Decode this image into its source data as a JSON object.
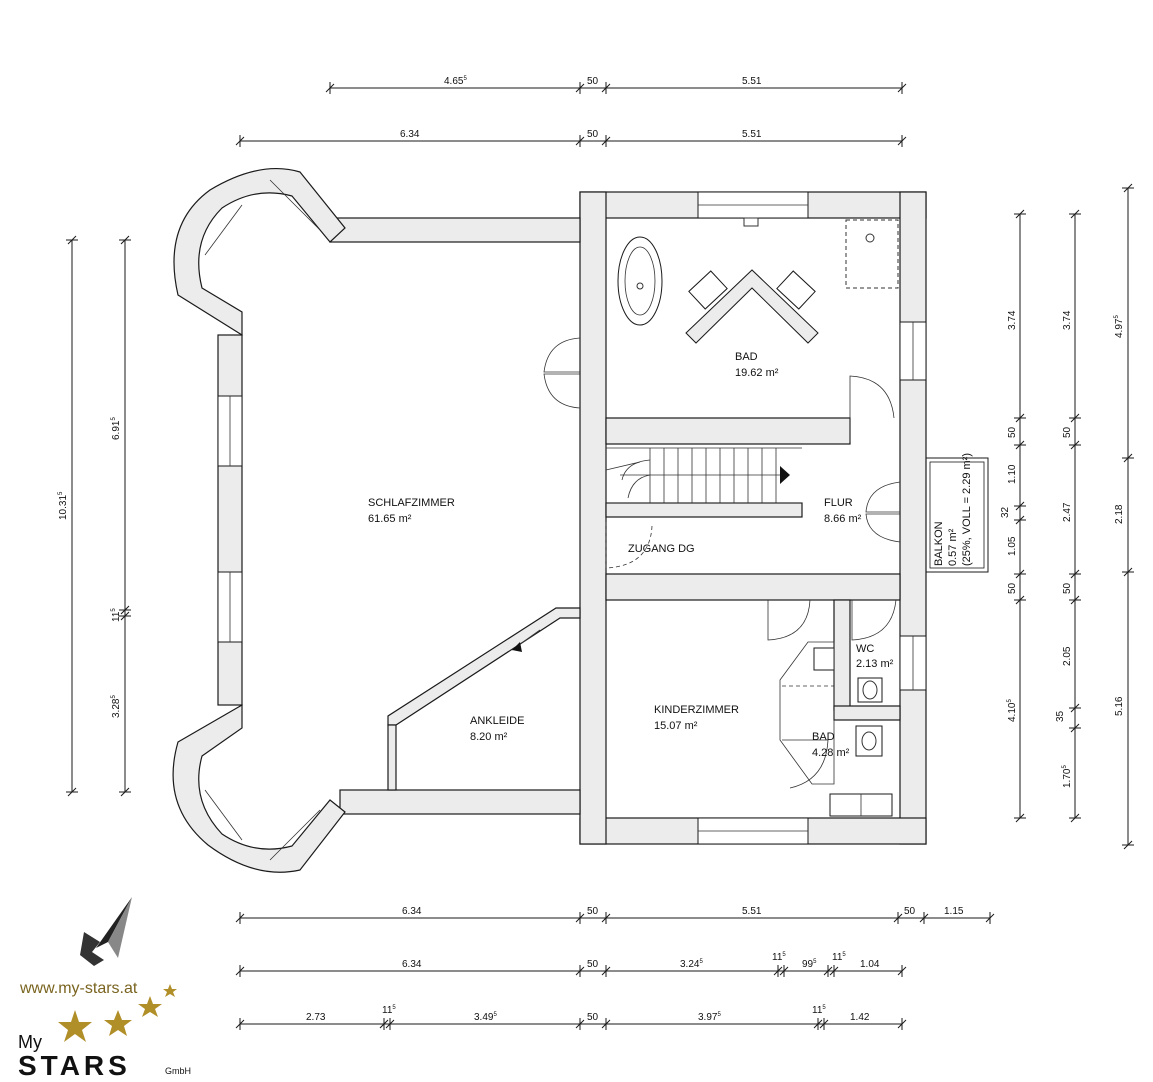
{
  "rooms": {
    "schlafzimmer": {
      "name": "SCHLAFZIMMER",
      "area": "61.65 m²"
    },
    "bad_top": {
      "name": "BAD",
      "area": "19.62 m²"
    },
    "flur": {
      "name": "FLUR",
      "area": "8.66 m²"
    },
    "zugang": {
      "name": "ZUGANG DG"
    },
    "ankleide": {
      "name": "ANKLEIDE",
      "area": "8.20 m²"
    },
    "kinderzimmer": {
      "name": "KINDERZIMMER",
      "area": "15.07 m²"
    },
    "wc": {
      "name": "WC",
      "area": "2.13 m²"
    },
    "bad_small": {
      "name": "BAD",
      "area": "4.28 m²"
    },
    "balkon": {
      "name": "BALKON",
      "area": "0.57 m²",
      "note": "(25%, VOLL = 2.29 m²)"
    }
  },
  "dims": {
    "top1": [
      "4.65",
      "50",
      "5.51"
    ],
    "top1_sup": "5",
    "top2": [
      "6.34",
      "50",
      "5.51"
    ],
    "bottom1": [
      "6.34",
      "50",
      "5.51",
      "50",
      "1.15"
    ],
    "bottom2": [
      "6.34",
      "50",
      "3.24",
      "11",
      "99",
      "11",
      "1.04"
    ],
    "bottom2_sup": [
      "5",
      "5",
      "5",
      "5"
    ],
    "bottom3": [
      "2.73",
      "11",
      "3.49",
      "50",
      "3.97",
      "11",
      "1.42"
    ],
    "bottom3_sup": [
      "5",
      "5",
      "5",
      "5"
    ],
    "left1": [
      "10.31"
    ],
    "left2": [
      "6.91",
      "11",
      "3.28"
    ],
    "sup5": "5",
    "right1": [
      "3.74",
      "50",
      "1.10",
      "32",
      "1.05",
      "50",
      "4.10"
    ],
    "right2": [
      "3.74",
      "50",
      "2.47",
      "50",
      "2.05",
      "35",
      "1.70"
    ],
    "right3": [
      "4.97",
      "2.18",
      "5.16"
    ]
  },
  "logo": {
    "url": "www.my-stars.at",
    "my": "My",
    "stars": "STARS",
    "gmbh": "GmbH"
  }
}
